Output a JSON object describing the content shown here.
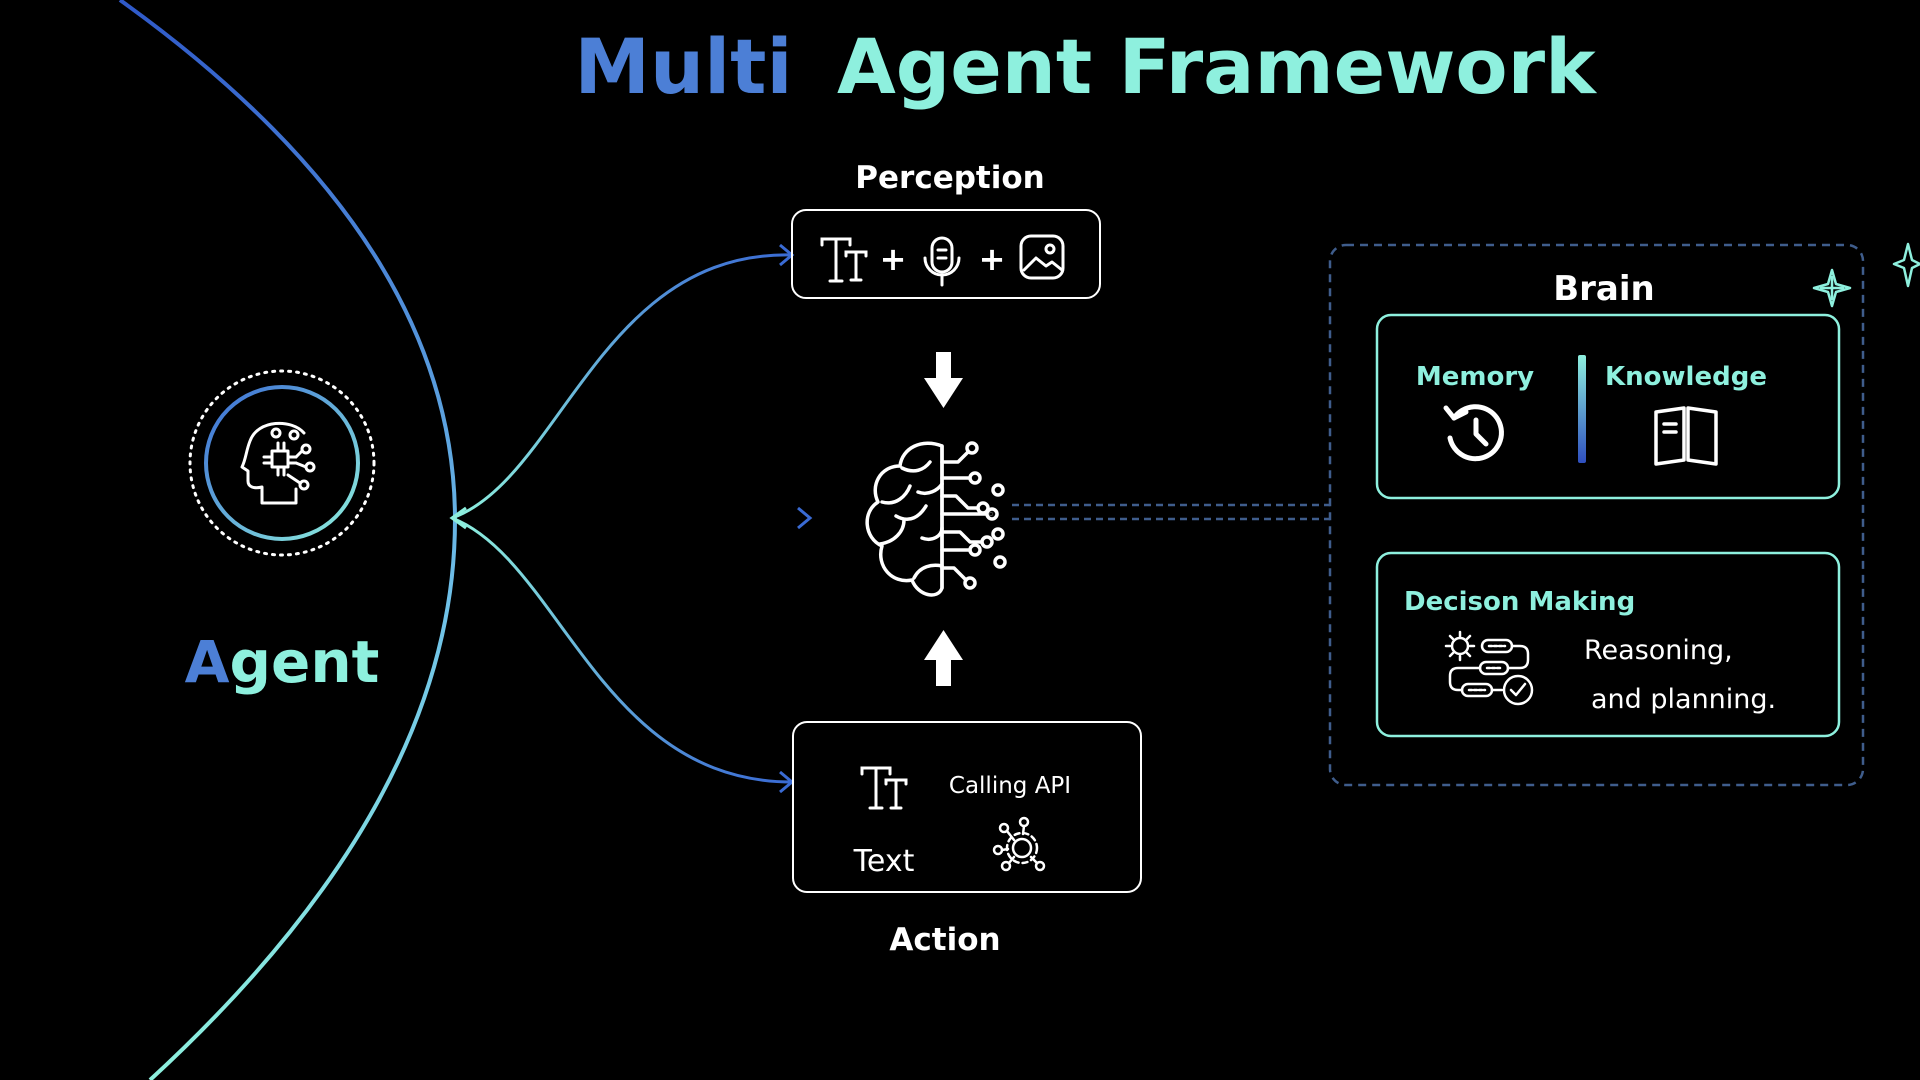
{
  "title": {
    "part1": "Multi",
    "part2": "Agent Framework"
  },
  "agent": {
    "label_first": "A",
    "label_rest": "gent"
  },
  "perception": {
    "label": "Perception",
    "plus": "+"
  },
  "action": {
    "label": "Action",
    "calling_api": "Calling API",
    "text": "Text"
  },
  "brain": {
    "label": "Brain",
    "memory": "Memory",
    "knowledge": "Knowledge",
    "decision_label": "Decison Making",
    "decision_line1": "Reasoning,",
    "decision_line2": "and planning."
  },
  "colors": {
    "blue": "#3a6bd4",
    "teal": "#8ef0de",
    "background": "#000000",
    "brain_box_border": "#3f5d8c"
  },
  "icons": [
    "agent-head-circuit-icon",
    "text-icon",
    "microphone-icon",
    "image-icon",
    "brain-circuit-icon",
    "history-icon",
    "book-icon",
    "workflow-gear-icon",
    "api-network-icon",
    "sparkle-icon"
  ]
}
